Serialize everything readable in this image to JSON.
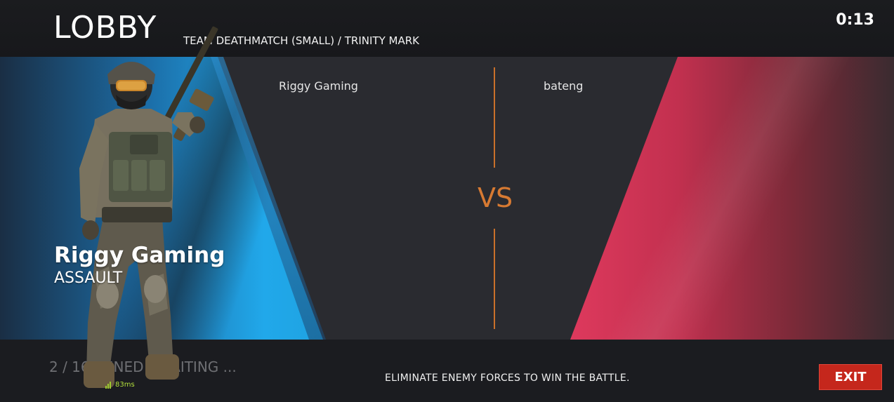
{
  "header": {
    "title": "LOBBY",
    "mode": "TEAM DEATHMATCH (SMALL) / TRINITY MARK",
    "timer": "0:13"
  },
  "match": {
    "left_team_name": "Riggy Gaming",
    "right_team_name": "bateng",
    "vs_label": "VS",
    "left_color": "#21a8ea",
    "right_color": "#e03a5e",
    "divider_color": "#c9702a"
  },
  "player": {
    "name": "Riggy Gaming",
    "class": "ASSAULT"
  },
  "footer": {
    "join_status": "2 / 16 JOINED - WAITING ...",
    "ping": "83ms",
    "objective": "ELIMINATE ENEMY FORCES TO WIN THE BATTLE.",
    "exit_label": "EXIT",
    "exit_color": "#c5271c"
  }
}
